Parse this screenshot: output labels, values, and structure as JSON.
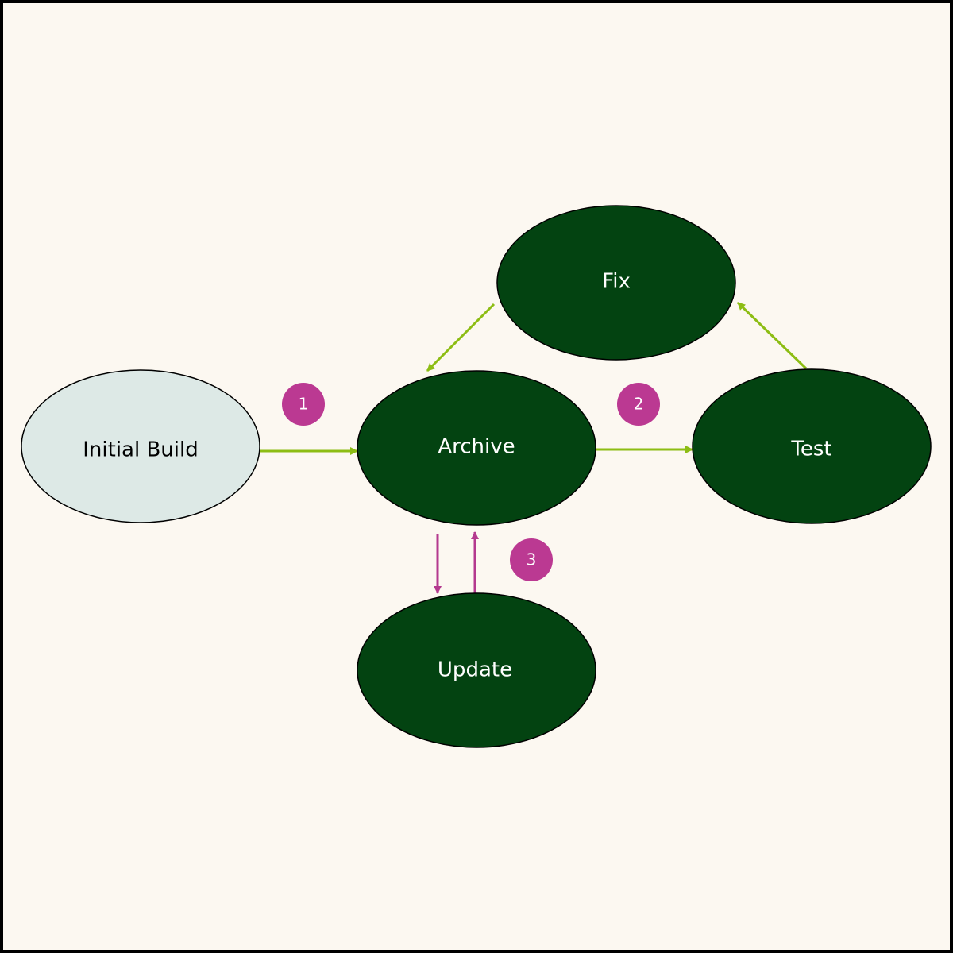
{
  "nodes": {
    "initial_build": {
      "label": "Initial Build",
      "fill": "#dde9e6",
      "text_color": "#000000"
    },
    "archive": {
      "label": "Archive",
      "fill": "#034311",
      "text_color": "#ffffff"
    },
    "fix": {
      "label": "Fix",
      "fill": "#034311",
      "text_color": "#ffffff"
    },
    "test": {
      "label": "Test",
      "fill": "#034311",
      "text_color": "#ffffff"
    },
    "update": {
      "label": "Update",
      "fill": "#034311",
      "text_color": "#ffffff"
    }
  },
  "badges": [
    {
      "label": "1"
    },
    {
      "label": "2"
    },
    {
      "label": "3"
    }
  ],
  "edges": [
    {
      "from": "Initial Build",
      "to": "Archive"
    },
    {
      "from": "Archive",
      "to": "Test"
    },
    {
      "from": "Test",
      "to": "Fix"
    },
    {
      "from": "Fix",
      "to": "Archive"
    },
    {
      "from": "Archive",
      "to": "Update"
    },
    {
      "from": "Update",
      "to": "Archive"
    }
  ],
  "colors": {
    "background": "#fcf8f1",
    "green_arrow": "#8dbd14",
    "magenta_arrow": "#b43a8f",
    "badge_fill": "#bb3992",
    "node_dark": "#034311",
    "node_light": "#dde9e6"
  }
}
